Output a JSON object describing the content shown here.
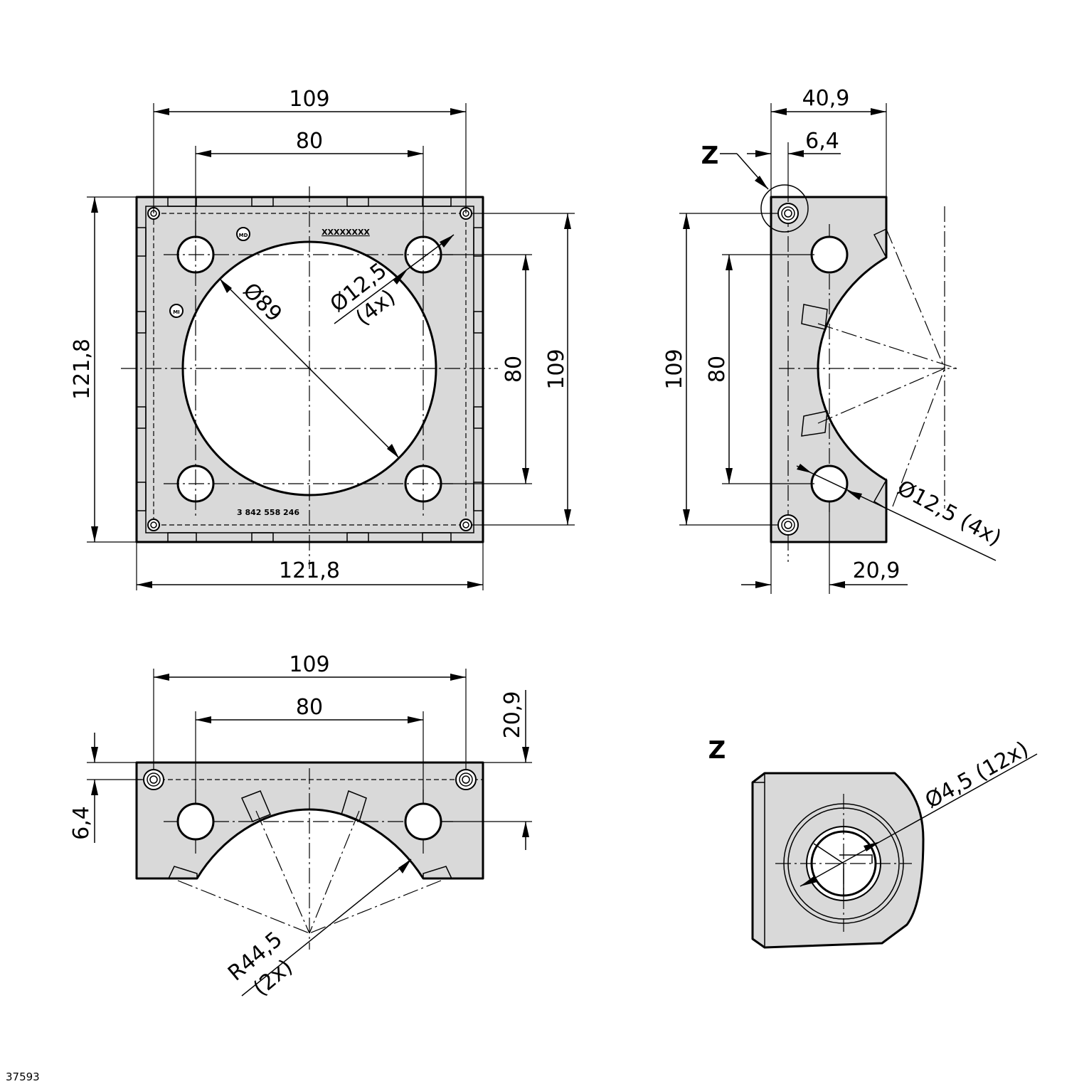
{
  "front_view": {
    "dims": {
      "outer_width": "109",
      "inner_width": "80",
      "total_height": "121,8",
      "inner_height": "80",
      "outer_height": "109",
      "total_width": "121,8",
      "bore_diameter": "Ø89",
      "hole_diameter": "Ø12,5",
      "hole_count": "(4x)"
    },
    "engraving": {
      "part_number": "3  842  558  246",
      "serial_mark": "XXXXXXXX",
      "logo_md": "MD",
      "logo_mi": "MI"
    }
  },
  "side_view": {
    "dims": {
      "depth": "40,9",
      "offset": "6,4",
      "outer_height": "109",
      "inner_height": "80",
      "half_depth": "20,9",
      "hole_diameter_count": "Ø12,5 (4x)"
    },
    "detail_label": "Z"
  },
  "bottom_view": {
    "dims": {
      "outer_width": "109",
      "inner_width": "80",
      "height": "20,9",
      "offset": "6,4",
      "radius": "R44,5",
      "radius_count": "(2x)"
    }
  },
  "detail_view": {
    "label": "Z",
    "dims": {
      "small_hole": "Ø4,5 (12x)"
    }
  },
  "document_number": "37593"
}
